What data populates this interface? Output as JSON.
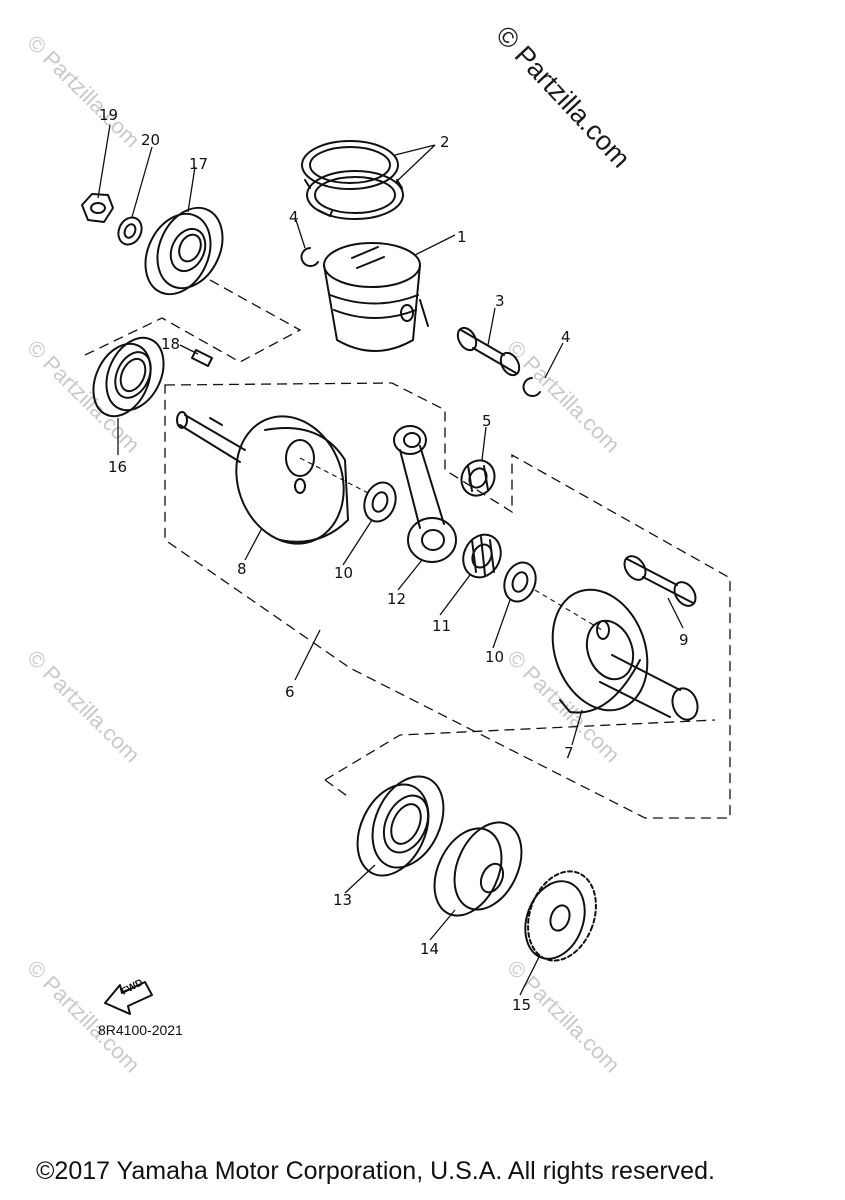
{
  "watermark": {
    "main": "© Partzilla.com",
    "faded": "© Partzilla.com"
  },
  "callouts": {
    "c1": "1",
    "c2": "2",
    "c3": "3",
    "c4a": "4",
    "c4b": "4",
    "c5": "5",
    "c6": "6",
    "c7": "7",
    "c8": "8",
    "c9": "9",
    "c10a": "10",
    "c10b": "10",
    "c11": "11",
    "c12": "12",
    "c13": "13",
    "c14": "14",
    "c15": "15",
    "c16": "16",
    "c17": "17",
    "c18": "18",
    "c19": "19",
    "c20": "20"
  },
  "fwd_label": "FWD",
  "diagram_code": "8R4100-2021",
  "copyright": "©2017 Yamaha Motor Corporation, U.S.A. All rights reserved."
}
